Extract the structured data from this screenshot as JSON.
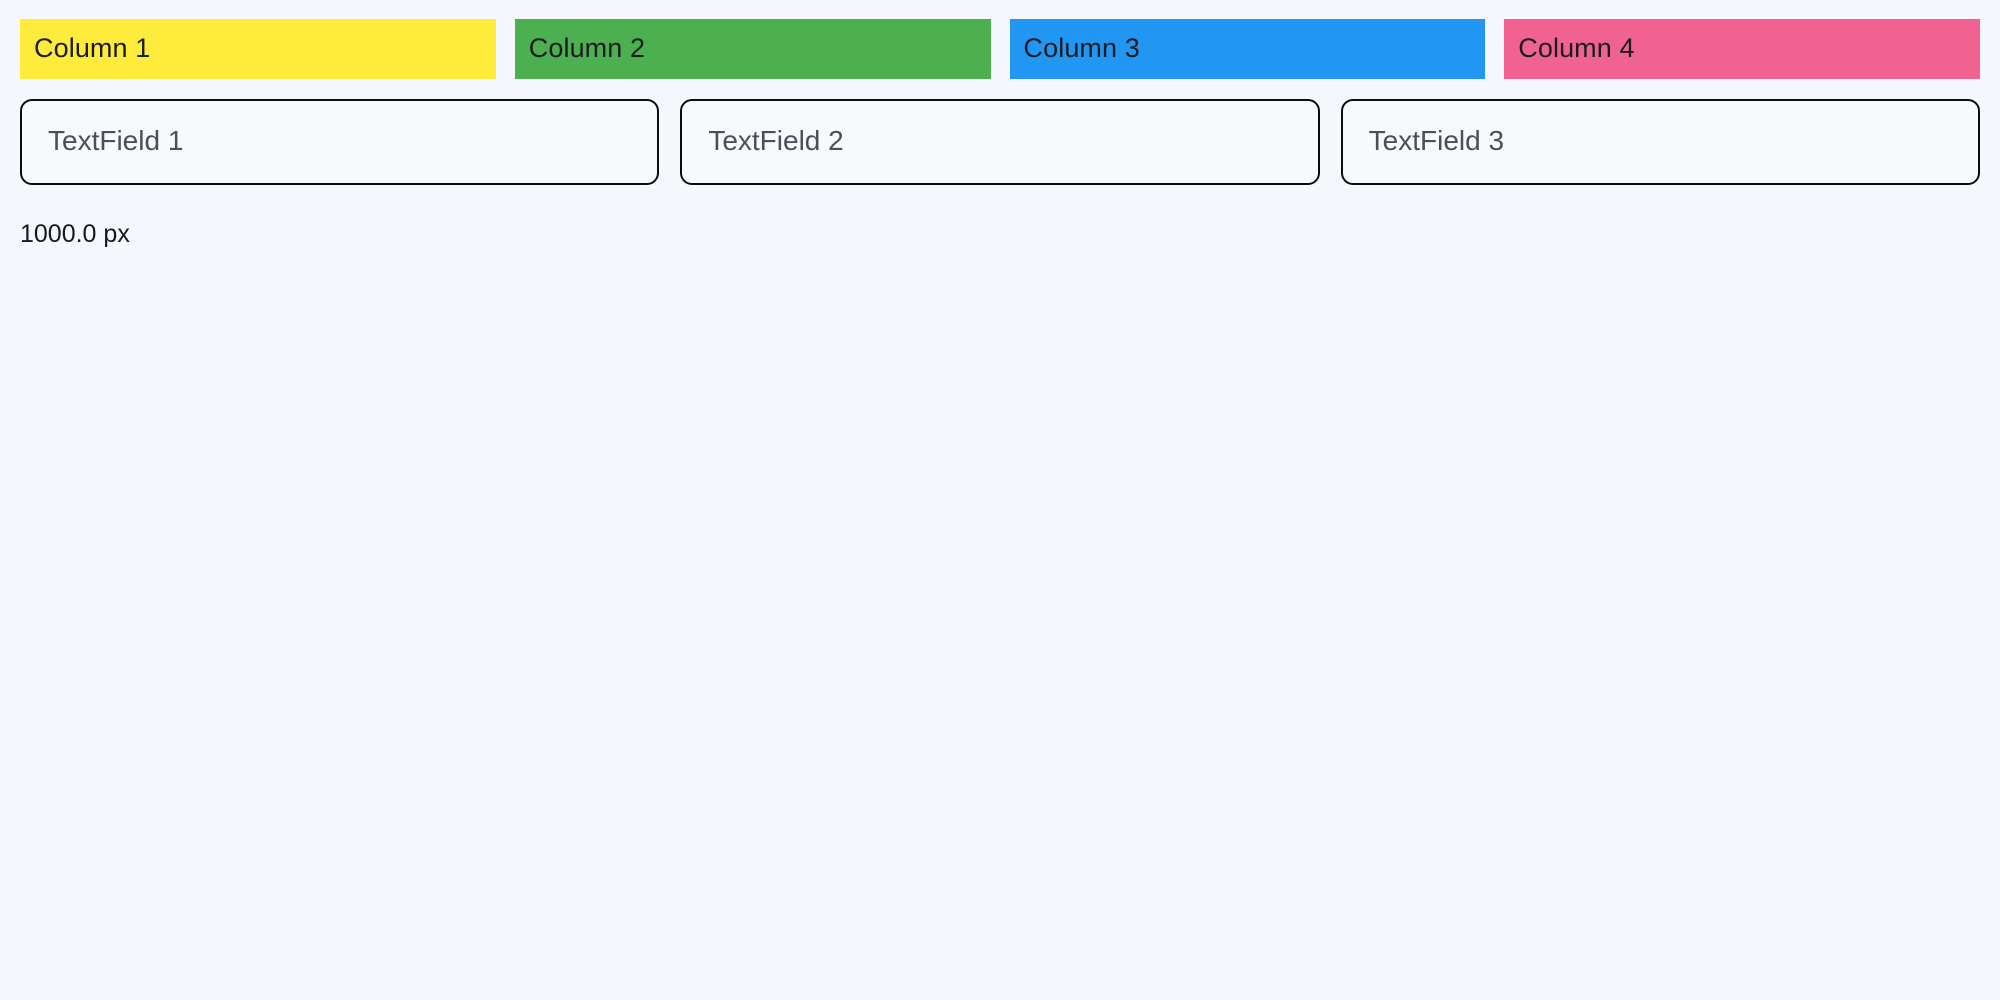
{
  "page": {
    "background_color": "#f6f7fc"
  },
  "columns": {
    "items": [
      {
        "label": "Column 1",
        "color": "#ffeb3b",
        "text_color": "#1b1c1f"
      },
      {
        "label": "Column 2",
        "color": "#4caf50",
        "text_color": "#1b1c1f"
      },
      {
        "label": "Column 3",
        "color": "#2196f3",
        "text_color": "#1b1c1f"
      },
      {
        "label": "Column 4",
        "color": "#f06292",
        "text_color": "#1b1c1f"
      }
    ]
  },
  "fields": {
    "items": [
      {
        "placeholder": "TextField 1",
        "value": ""
      },
      {
        "placeholder": "TextField 2",
        "value": ""
      },
      {
        "placeholder": "TextField 3",
        "value": ""
      }
    ],
    "border_color": "#0b0c0e",
    "fill_color": "#f8f9fd",
    "placeholder_color": "#4a5059"
  },
  "status": {
    "measurement": "1000.0 px"
  }
}
